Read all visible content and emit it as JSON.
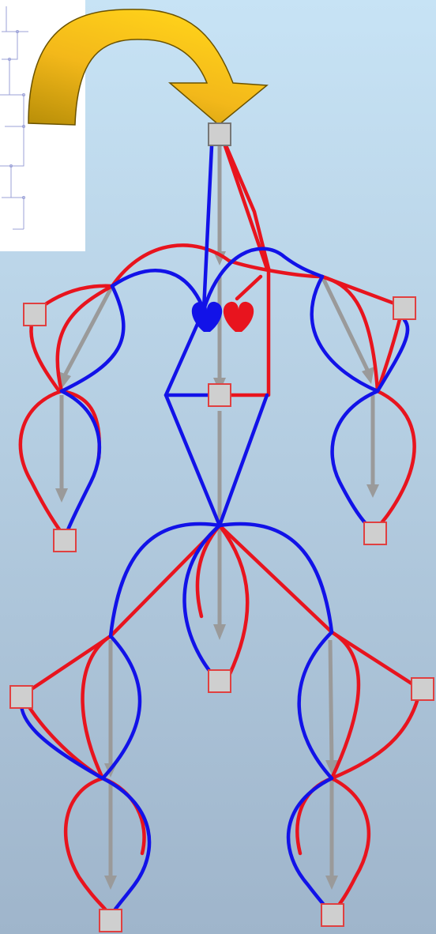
{
  "colors": {
    "background_top": "#c7e3f5",
    "background_bottom": "#9fb5cb",
    "blue_path": "#1212e8",
    "red_path": "#e8141e",
    "gray_arrow": "#9a9a9a",
    "node_fill": "#cfcfcf",
    "node_stroke_top": "#777777",
    "node_stroke": "#e04040",
    "arrow_fill_top": "#ffd21a",
    "arrow_fill_mid": "#f3b81a",
    "arrow_fill_dark": "#b88e08",
    "inset_grid": "#4a55b8"
  },
  "icons": {
    "curved_arrow": "curved-arrow-icon",
    "blue_heart": "heart-icon",
    "red_heart": "heart-icon"
  },
  "nodes": [
    "node-head",
    "node-chest",
    "node-l-shoulder",
    "node-r-shoulder",
    "node-l-hand",
    "node-r-hand",
    "node-pelvis",
    "node-l-hip",
    "node-r-hip",
    "node-l-foot",
    "node-r-foot"
  ]
}
